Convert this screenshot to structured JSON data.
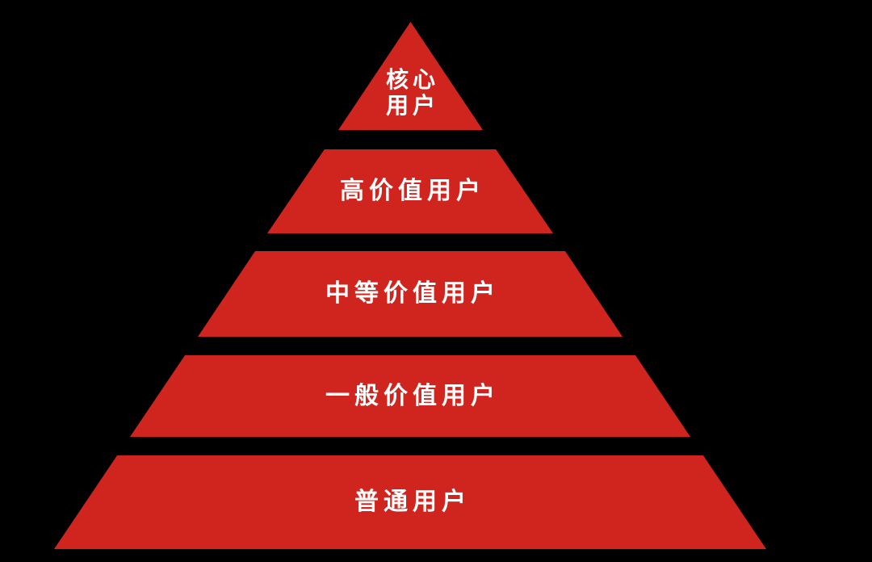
{
  "canvas": {
    "background_color": "#000000"
  },
  "pyramid": {
    "fill_color": "#D0241F",
    "text_color": "#FFFFFF",
    "tiers": [
      {
        "id": "core-users",
        "label": "核心\n用户"
      },
      {
        "id": "high-value-users",
        "label": "高价值用户"
      },
      {
        "id": "medium-value-users",
        "label": "中等价值用户"
      },
      {
        "id": "general-value-users",
        "label": "一般价值用户"
      },
      {
        "id": "ordinary-users",
        "label": "普通用户"
      }
    ]
  }
}
